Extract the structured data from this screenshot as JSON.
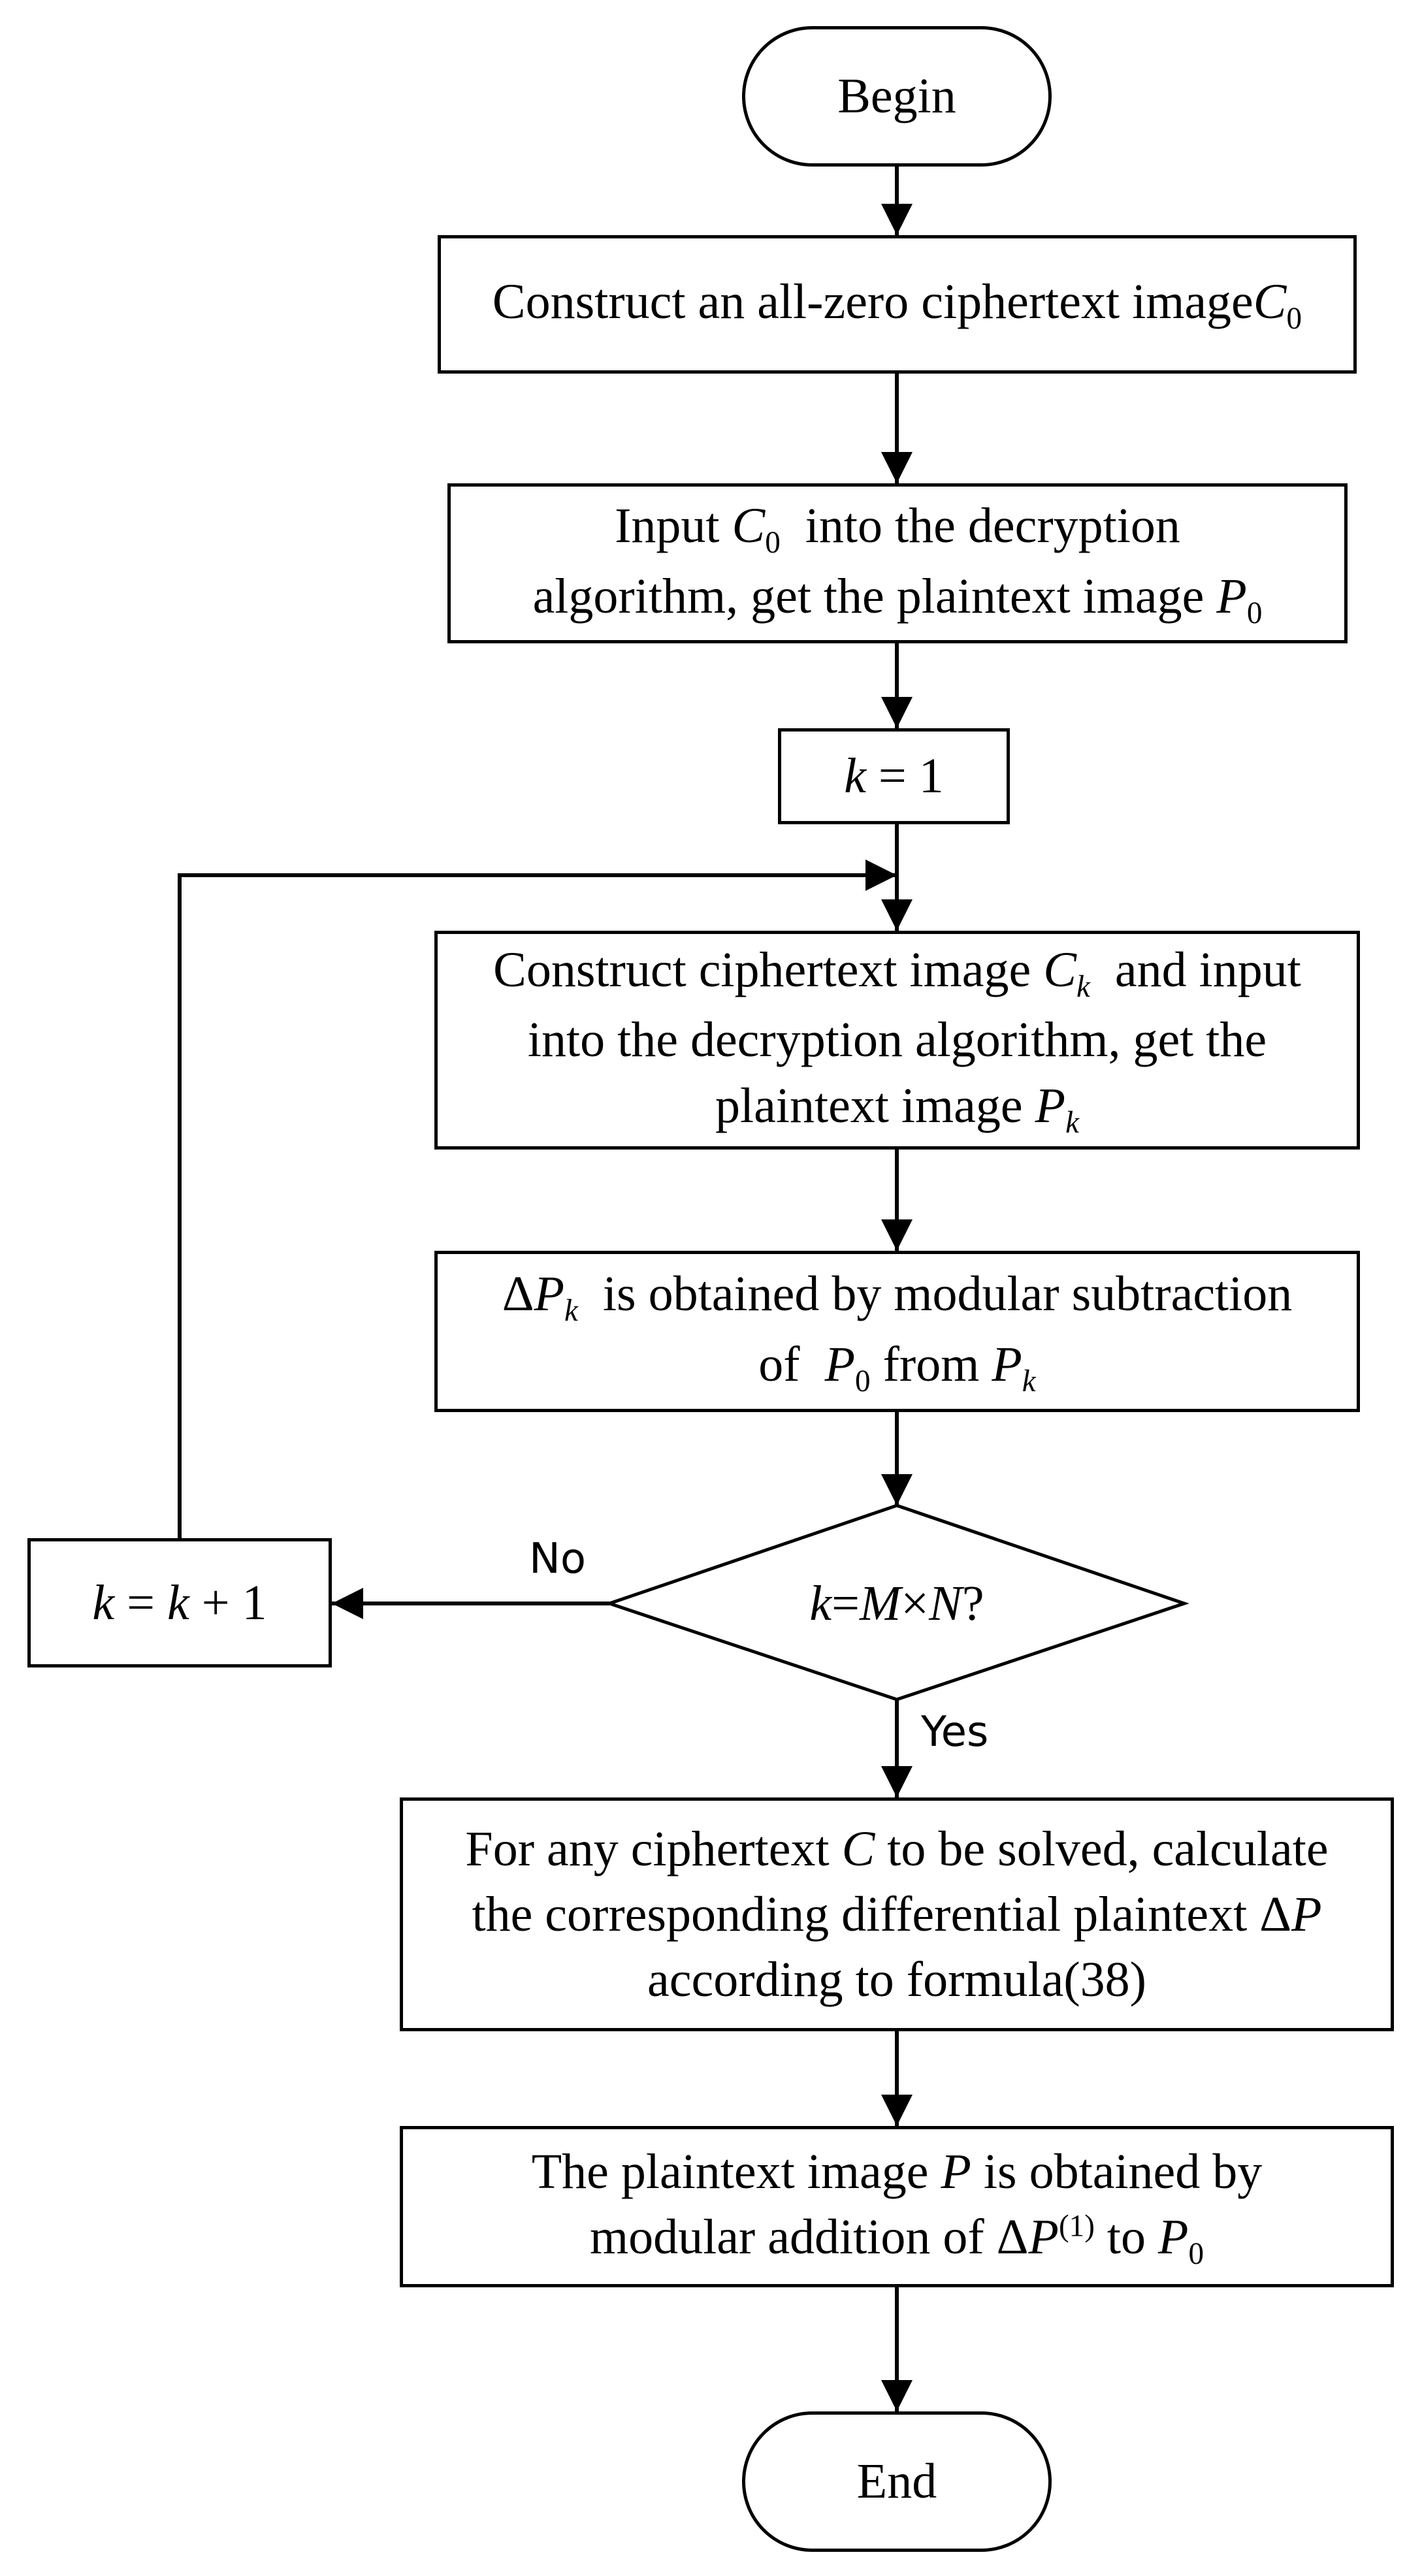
{
  "nodes": {
    "begin": "Begin",
    "construct_zero": {
      "text": "Construct an all-zero ciphertext image",
      "var": "C",
      "sub": "0"
    },
    "input_c0": {
      "line1_pre": "Input",
      "var": "C",
      "sub": "0",
      "line1_post": "into the decryption",
      "line2_pre": "algorithm, get the plaintext image",
      "var2": "P",
      "sub2": "0"
    },
    "init_k": {
      "var": "k",
      "rest": " = 1"
    },
    "construct_ck": {
      "line1_pre": "Construct ciphertext image",
      "var": "C",
      "sub": "k",
      "line1_post": "and input",
      "line2": "into the decryption algorithm, get the",
      "line3_pre": "plaintext image",
      "var3": "P",
      "sub3": "k"
    },
    "delta_pk": {
      "delta": "Δ",
      "var": "P",
      "sub": "k",
      "line1_post": "is obtained by modular subtraction",
      "line2_pre": "of",
      "var2": "P",
      "sub2": "0",
      "line2_mid": "from",
      "var3": "P",
      "sub3": "k"
    },
    "decision": {
      "var_k": "k",
      "eq": " = ",
      "var_m": "M",
      "times": " × ",
      "var_n": "N",
      "q": " ?"
    },
    "increment": {
      "var1": "k",
      "eq": " = ",
      "var2": "k",
      "rest": " + 1"
    },
    "solve": {
      "line1_pre": "For any ciphertext",
      "var": "C",
      "line1_post": "to be solved,  calculate",
      "line2_pre": "the corresponding differential plaintext",
      "delta": "Δ",
      "var2": "P",
      "line3": "according to formula(38)"
    },
    "final": {
      "line1_pre": "The plaintext image",
      "var": "P",
      "line1_post": "is obtained by",
      "line2_pre": "modular addition of",
      "delta": "Δ",
      "var2": "P",
      "sup": "(1)",
      "line2_mid": "to",
      "var3": "P",
      "sub3": "0"
    },
    "end": "End"
  },
  "edge_labels": {
    "no": "No",
    "yes": "Yes"
  }
}
